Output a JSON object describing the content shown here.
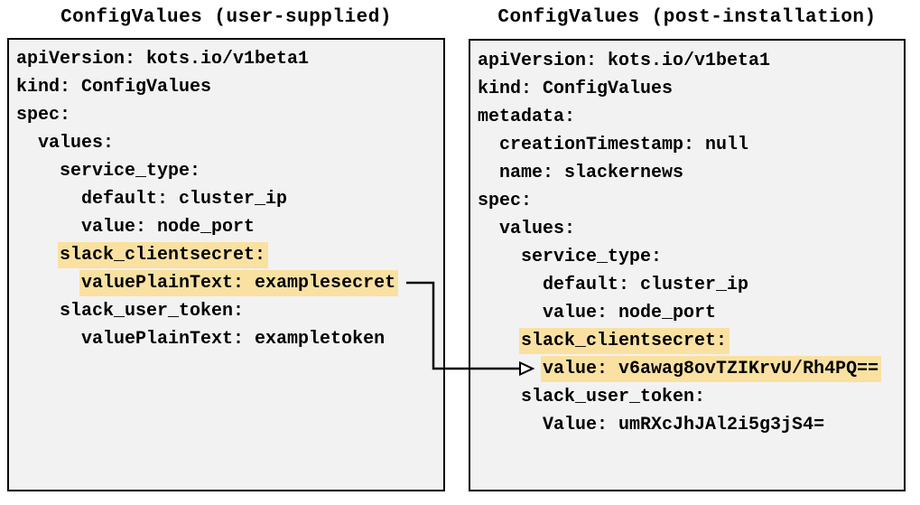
{
  "left_panel": {
    "title": "ConfigValues (user-supplied)",
    "lines": [
      {
        "indent": "",
        "text": "apiVersion: kots.io/v1beta1",
        "highlight": false
      },
      {
        "indent": "",
        "text": "kind: ConfigValues",
        "highlight": false
      },
      {
        "indent": "",
        "text": "spec:",
        "highlight": false
      },
      {
        "indent": "  ",
        "text": "values:",
        "highlight": false
      },
      {
        "indent": "    ",
        "text": "service_type:",
        "highlight": false
      },
      {
        "indent": "      ",
        "text": "default: cluster_ip",
        "highlight": false
      },
      {
        "indent": "      ",
        "text": "value: node_port",
        "highlight": false
      },
      {
        "indent": "    ",
        "text": "slack_clientsecret:",
        "highlight": true
      },
      {
        "indent": "      ",
        "text": "valuePlainText: examplesecret",
        "highlight": true
      },
      {
        "indent": "    ",
        "text": "slack_user_token:",
        "highlight": false
      },
      {
        "indent": "      ",
        "text": "valuePlainText: exampletoken",
        "highlight": false
      }
    ]
  },
  "right_panel": {
    "title": "ConfigValues (post-installation)",
    "lines": [
      {
        "indent": "",
        "text": "apiVersion: kots.io/v1beta1",
        "highlight": false
      },
      {
        "indent": "",
        "text": "kind: ConfigValues",
        "highlight": false
      },
      {
        "indent": "",
        "text": "metadata:",
        "highlight": false
      },
      {
        "indent": "  ",
        "text": "creationTimestamp: null",
        "highlight": false
      },
      {
        "indent": "  ",
        "text": "name: slackernews",
        "highlight": false
      },
      {
        "indent": "",
        "text": "spec:",
        "highlight": false
      },
      {
        "indent": "  ",
        "text": "values:",
        "highlight": false
      },
      {
        "indent": "    ",
        "text": "service_type:",
        "highlight": false
      },
      {
        "indent": "      ",
        "text": "default: cluster_ip",
        "highlight": false
      },
      {
        "indent": "      ",
        "text": "value: node_port",
        "highlight": false
      },
      {
        "indent": "    ",
        "text": "slack_clientsecret:",
        "highlight": true
      },
      {
        "indent": "      ",
        "text": "value: v6awag8ovTZIKrvU/Rh4PQ==",
        "highlight": true
      },
      {
        "indent": "    ",
        "text": "slack_user_token:",
        "highlight": false
      },
      {
        "indent": "      ",
        "text": "Value: umRXcJhJAl2i5g3jS4=",
        "highlight": false
      }
    ]
  },
  "arrow": {
    "meaning": "user-supplied valuePlainText maps to encrypted value after installation",
    "color": "#000000",
    "head_fill": "#ffffff"
  },
  "colors": {
    "page_bg": "#ffffff",
    "panel_bg": "#f2f2f2",
    "panel_border": "#000000",
    "text": "#000000",
    "highlight": "#fae1a1"
  }
}
